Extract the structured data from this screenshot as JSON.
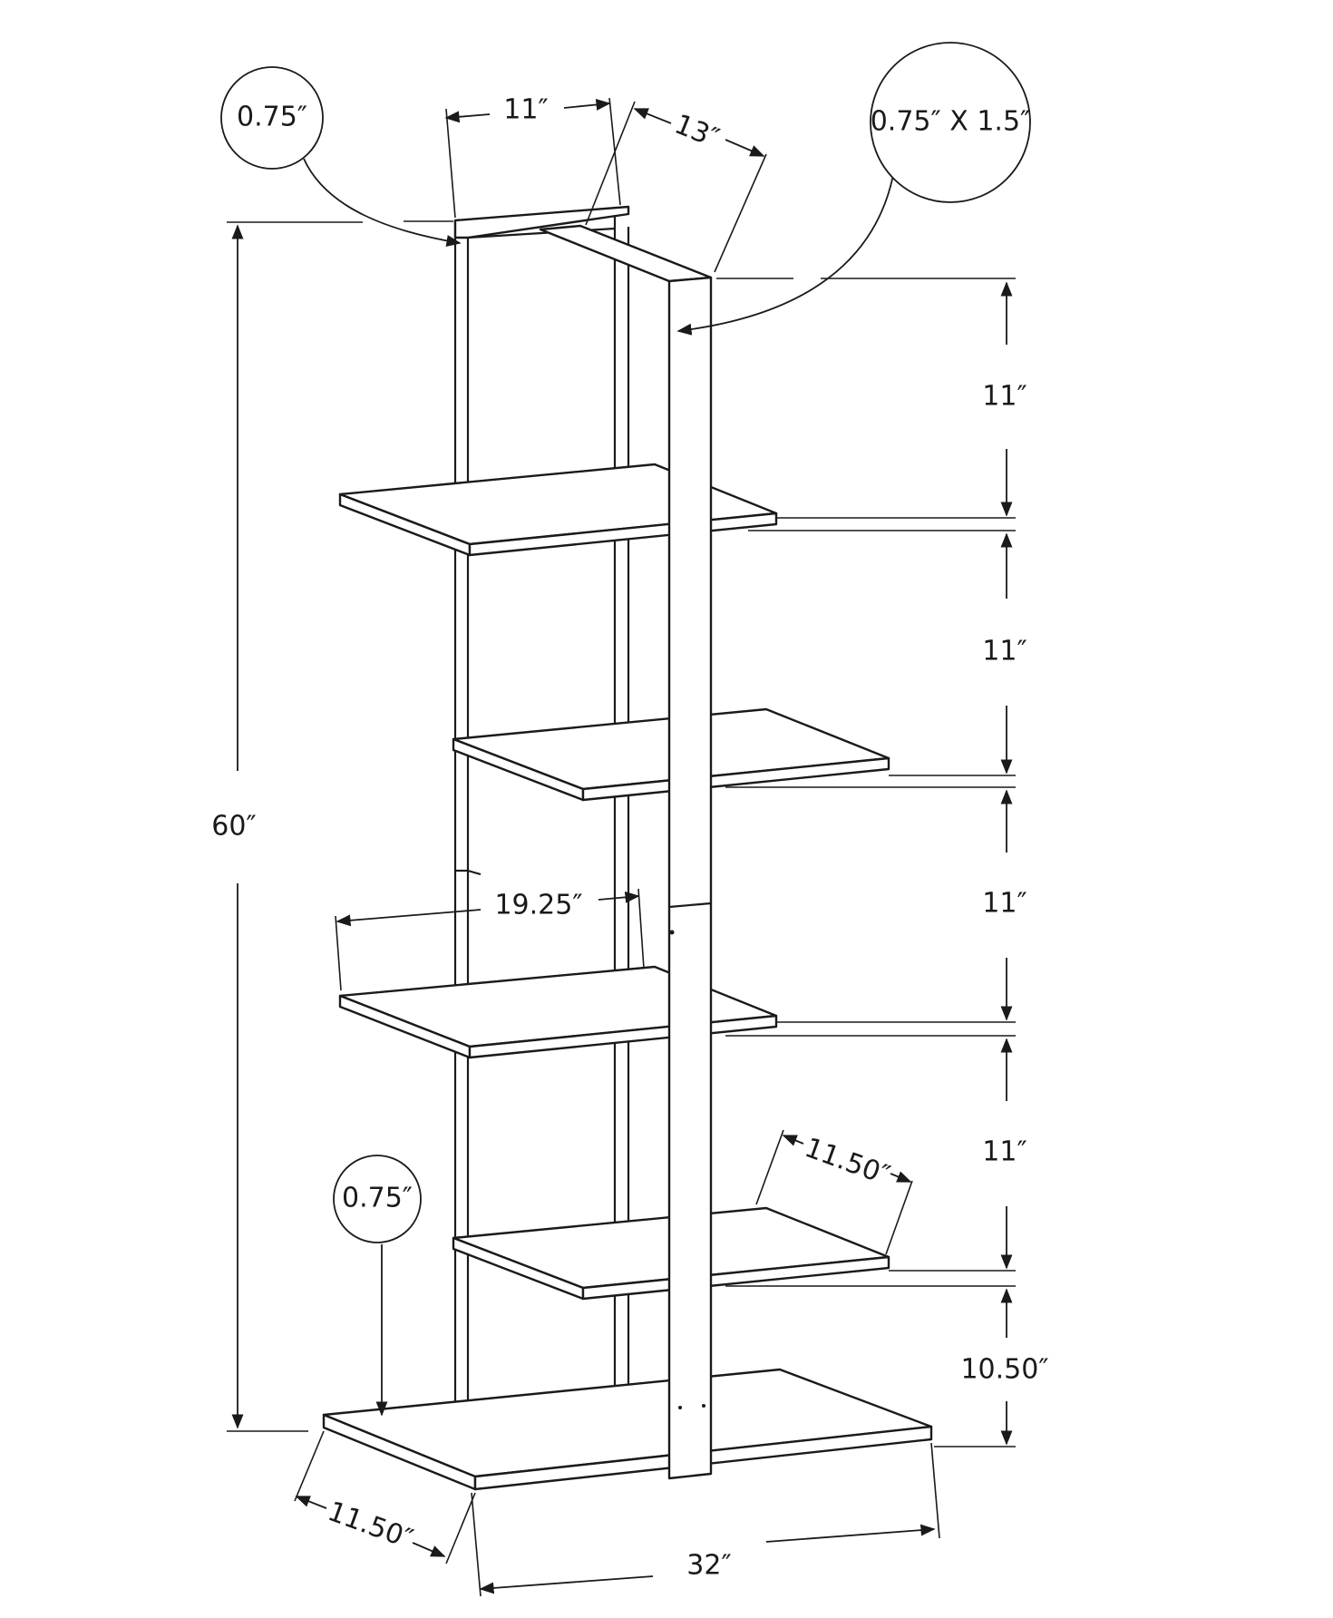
{
  "dimensions": {
    "top_panel_thickness": "0.75″",
    "top_width": "11″",
    "top_depth": "13″",
    "post_section": "0.75″ X 1.5″",
    "overall_height": "60″",
    "shelf_spacing_1": "11″",
    "shelf_spacing_2": "11″",
    "shelf_spacing_3": "11″",
    "shelf_spacing_4": "11″",
    "bottom_spacing": "10.50″",
    "shelf_width": "19.25″",
    "shelf_depth": "11.50″",
    "base_panel_thickness": "0.75″",
    "base_depth": "11.50″",
    "base_width": "32″"
  }
}
